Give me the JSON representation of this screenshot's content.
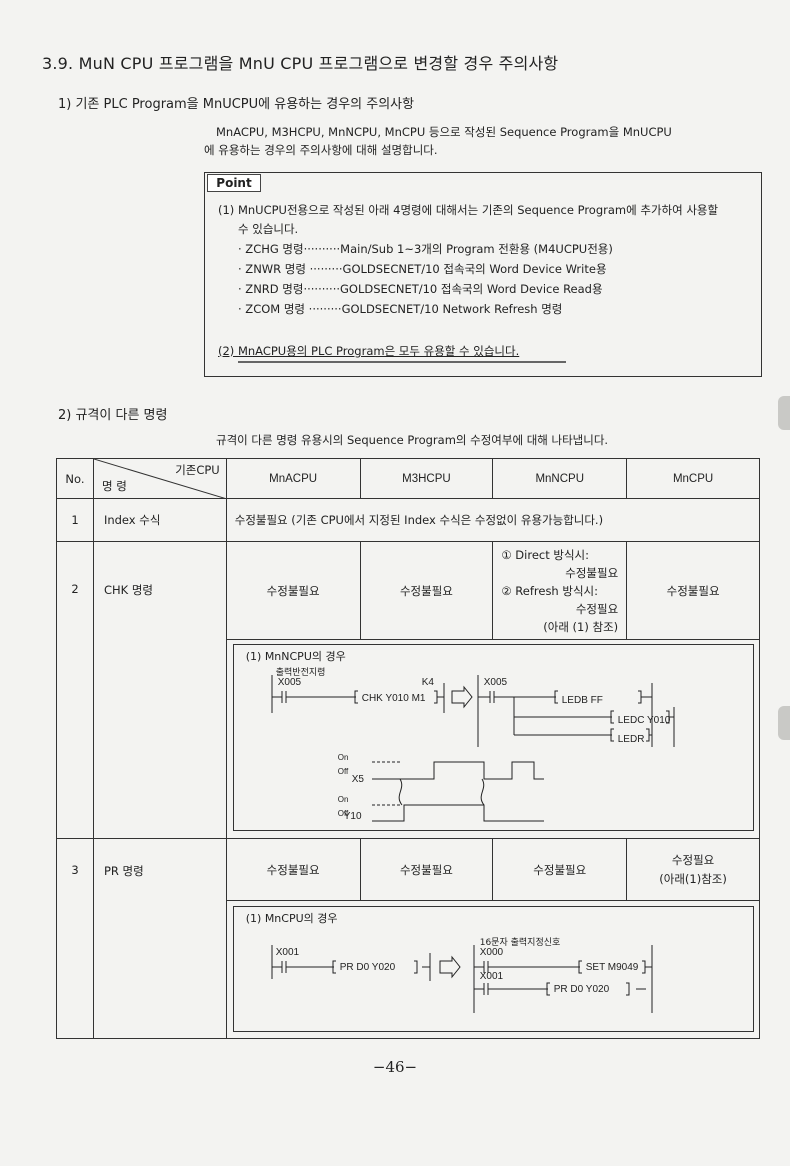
{
  "title": "3.9. MuN CPU 프로그램을 MnU CPU 프로그램으로 변경할 경우 주의사항",
  "section1": {
    "heading": "1) 기존 PLC Program을 MnUCPU에 유용하는 경우의 주의사항",
    "intro_line1": "MnACPU, M3HCPU, MnNCPU, MnCPU 등으로 작성된 Sequence Program을 MnUCPU",
    "intro_line2": "에 유용하는 경우의 주의사항에 대해 설명합니다."
  },
  "point": {
    "label": "Point",
    "item1_line1": "(1) MnUCPU전용으로 작성된 아래 4명령에 대해서는 기존의 Sequence Program에 추가하여 사용할",
    "item1_line2": "수 있습니다.",
    "commands": [
      {
        "name": "· ZCHG 명령",
        "dots": "··········",
        "desc": "Main/Sub 1~3개의 Program 전환용 (M4UCPU전용)"
      },
      {
        "name": "· ZNWR 명령",
        "dots": "·········",
        "desc": "GOLDSECNET/10 접속국의 Word Device Write용"
      },
      {
        "name": "· ZNRD 명령",
        "dots": "··········",
        "desc": "GOLDSECNET/10 접속국의 Word Device Read용"
      },
      {
        "name": "· ZCOM 명령",
        "dots": "·········",
        "desc": "GOLDSECNET/10 Network Refresh 명령"
      }
    ],
    "item2": "(2) MnACPU용의 PLC Program은 모두 유용할 수 있습니다."
  },
  "section2": {
    "heading": "2) 규격이 다른 명령",
    "intro": "규격이 다른 명령 유용시의 Sequence Program의 수정여부에 대해 나타냅니다."
  },
  "table": {
    "header_no": "No.",
    "header_corner_top": "기존CPU",
    "header_corner_bottom": "명 령",
    "columns": [
      "MnACPU",
      "M3HCPU",
      "MnNCPU",
      "MnCPU"
    ],
    "row1": {
      "no": "1",
      "cmd": "Index 수식",
      "text": "수정불필요 (기존 CPU에서 지정된 Index 수식은 수정없이 유용가능합니다.)"
    },
    "row2": {
      "no": "2",
      "cmd": "CHK 명령",
      "mnacpu": "수정불필요",
      "m3hcpu": "수정불필요",
      "mnncpu_l1": "① Direct 방식시:",
      "mnncpu_l2": "수정불필요",
      "mnncpu_l3": "② Refresh 방식시:",
      "mnncpu_l4": "수정필요",
      "mnncpu_l5": "(아래 (1) 참조)",
      "mncpu": "수정불필요"
    },
    "row3": {
      "no": "3",
      "cmd": "PR 명령",
      "mnacpu": "수정불필요",
      "m3hcpu": "수정불필요",
      "mnncpu": "수정불필요",
      "mncpu_l1": "수정필요",
      "mncpu_l2": "(아래(1)참조)"
    }
  },
  "diagram1": {
    "label": "(1) MnNCPU의 경우",
    "note": "출력반전지령",
    "contact_left": "X005",
    "instr_left": "CHK  Y010  M1",
    "k_value": "K4",
    "contact_right": "X005",
    "instr_r1": "LEDB FF",
    "instr_r2": "LEDC Y010",
    "instr_r3": "LEDR",
    "wave1_label": "X5",
    "wave2_label": "Y10",
    "on_label": "On",
    "off_label": "Off"
  },
  "diagram2": {
    "label": "(1) MnCPU의 경우",
    "contact_left": "X001",
    "instr_left": "PR  D0  Y020",
    "note": "16문자 출력지정신호",
    "contact_r1": "X000",
    "instr_r1": "SET  M9049",
    "contact_r2": "X001",
    "instr_r2": "PR  D0  Y020"
  },
  "page_number": "−46−"
}
